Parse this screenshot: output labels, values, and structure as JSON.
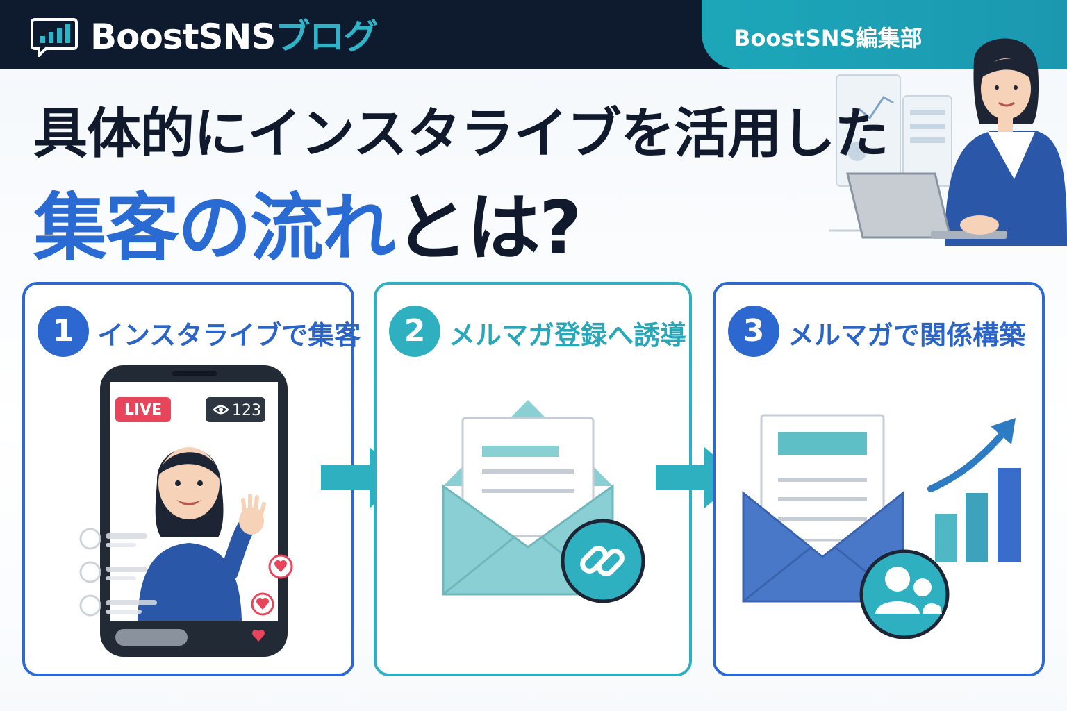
{
  "header": {
    "brand_main": "BoostSNS",
    "brand_accent": "ブログ",
    "editorial": "BoostSNS編集部"
  },
  "headline": {
    "line1": "具体的にインスタライブを活用した",
    "line2_blue": "集客の流れ",
    "line2_dark": "とは?"
  },
  "steps": [
    {
      "number": "1",
      "title": "インスタライブで集客"
    },
    {
      "number": "2",
      "title": "メルマガ登録へ誘導"
    },
    {
      "number": "3",
      "title": "メルマガで関係構築"
    }
  ],
  "live": {
    "badge": "LIVE",
    "viewers": "123"
  },
  "icons": [
    "chart-bubble-icon",
    "eye-icon",
    "heart-icon",
    "link-icon",
    "users-icon",
    "arrow-right-icon",
    "trend-arrow-icon"
  ],
  "colors": {
    "navy": "#0e1a2e",
    "blue": "#2c68cf",
    "teal": "#2fb0c0",
    "live_red": "#e7455b"
  }
}
